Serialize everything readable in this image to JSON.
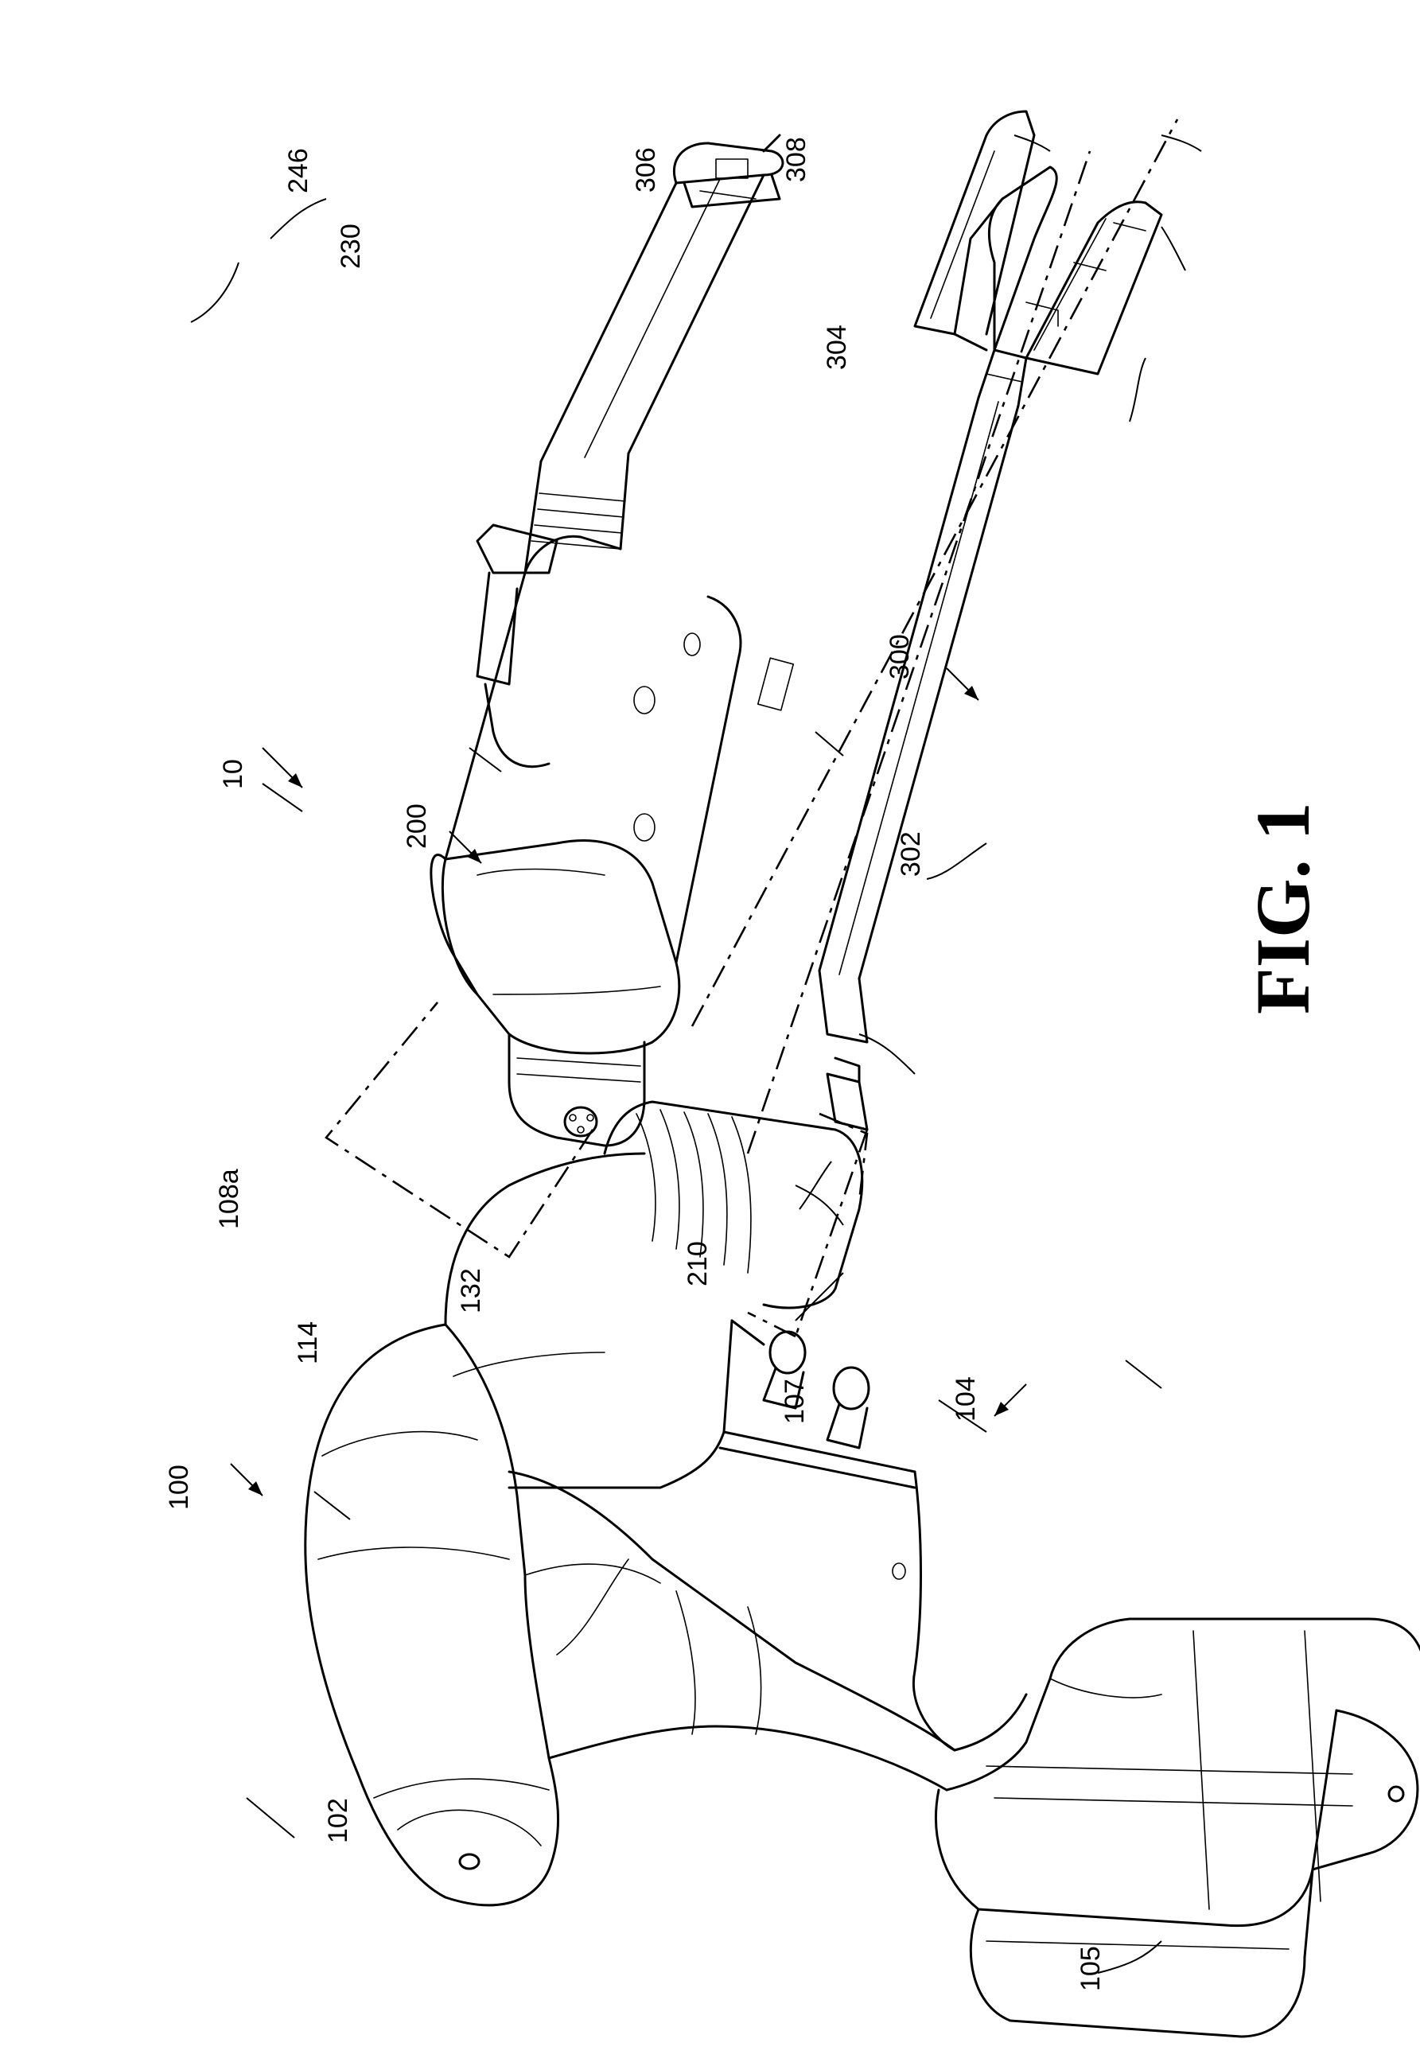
{
  "figure": {
    "title": "FIG. 1",
    "labels": {
      "assembly": "10",
      "handle": "100",
      "handle_rear": "102",
      "battery": "104",
      "battery_cap": "105",
      "trigger_housing": "107",
      "connector": "108a",
      "upper_housing": "114",
      "button": "132",
      "adapter": "200",
      "adapter_end": "210",
      "adapter_tip": "230",
      "adapter_pin": "246",
      "loading_unit": "300",
      "body": "302",
      "jaw_assembly": "304",
      "anvil": "306",
      "cartridge": "308"
    }
  }
}
